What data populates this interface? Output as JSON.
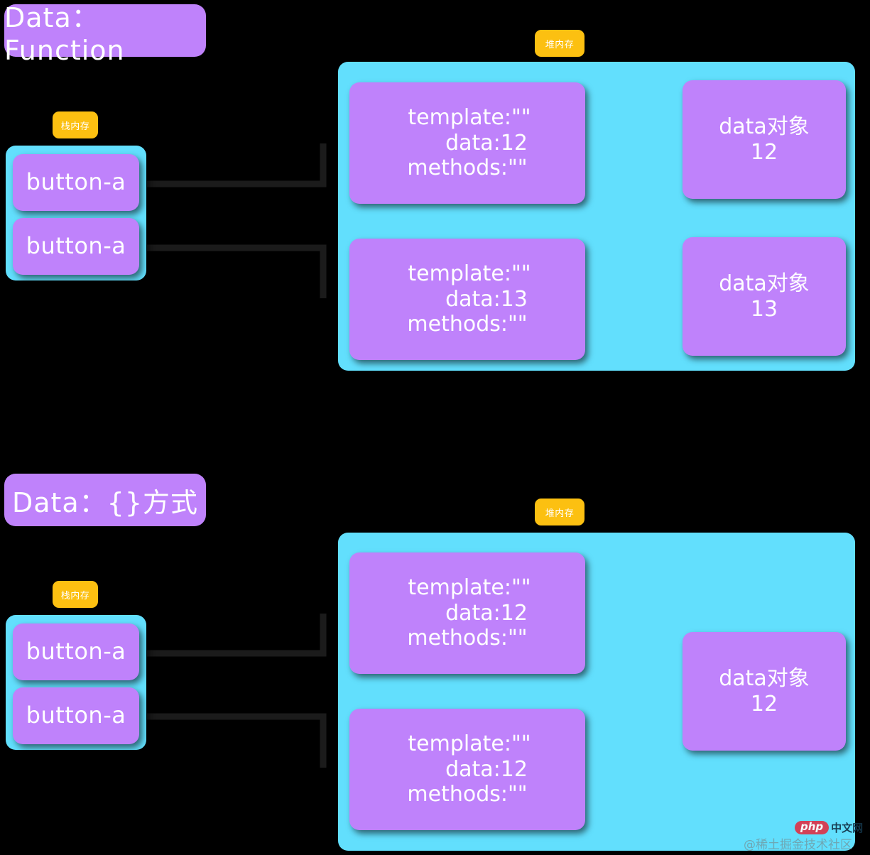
{
  "page": {
    "background": "#000000",
    "purple": "#bf82fb",
    "cyan": "#62dffd",
    "amber": "#fcc011",
    "text": "#ffffff"
  },
  "sections": [
    {
      "id": "data-function",
      "heading": "Data：Function",
      "stack_label": "栈内存",
      "heap_label": "堆内存",
      "stack_items": [
        {
          "label": "button-a"
        },
        {
          "label": "button-a"
        }
      ],
      "components": [
        {
          "template": "template:\"\"",
          "data": "data:12",
          "methods": "methods:\"\""
        },
        {
          "template": "template:\"\"",
          "data": "data:13",
          "methods": "methods:\"\""
        }
      ],
      "data_objects": [
        {
          "title": "data对象",
          "value": "12"
        },
        {
          "title": "data对象",
          "value": "13"
        }
      ]
    },
    {
      "id": "data-object",
      "heading": "Data：{}方式",
      "stack_label": "栈内存",
      "heap_label": "堆内存",
      "stack_items": [
        {
          "label": "button-a"
        },
        {
          "label": "button-a"
        }
      ],
      "components": [
        {
          "template": "template:\"\"",
          "data": "data:12",
          "methods": "methods:\"\""
        },
        {
          "template": "template:\"\"",
          "data": "data:12",
          "methods": "methods:\"\""
        }
      ],
      "data_objects": [
        {
          "title": "data对象",
          "value": "12"
        }
      ]
    }
  ],
  "watermark": {
    "badge": "php",
    "badge_suffix": "中文网",
    "credit": "@稀土掘金技术社区"
  }
}
